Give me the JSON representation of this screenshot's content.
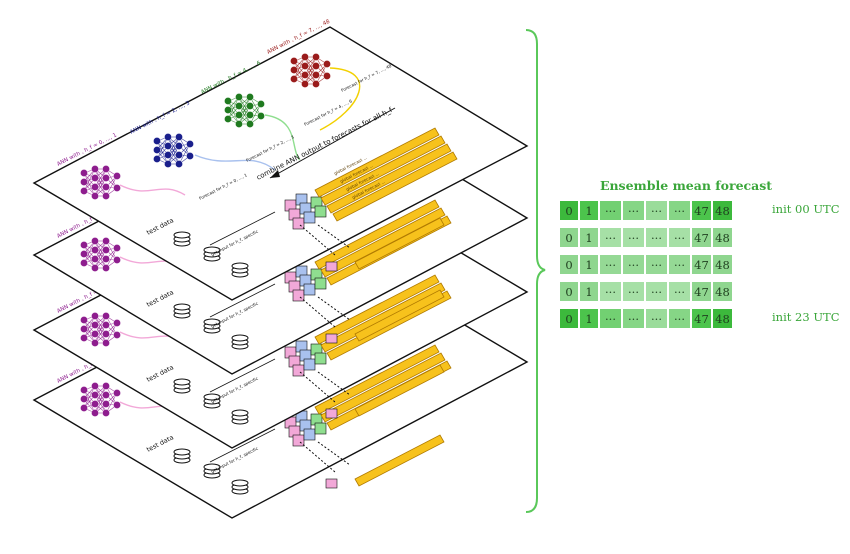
{
  "layers": [
    {
      "networks": [
        {
          "label": "ANN with , h_f = 0, ..., 1",
          "color": "#8e1d8e"
        },
        {
          "label": "ANN with , h_f = 2, ..., 3",
          "color": "#1a1f8c"
        },
        {
          "label": "ANN with , h_f = 4, ..., 6",
          "color": "#1f7a1f"
        },
        {
          "label": "ANN with , h_f = 7, ..., 48",
          "color": "#9a1b1b"
        }
      ],
      "test_data_label": "test data",
      "input_label": "get input for h_f, specific",
      "combine_label": "combine ANN output to forecasts for all h_f",
      "forecast_labels": [
        "Forecast for h_f = 0, ..., 1",
        "Forecast for h_f = 2, ..., 3",
        "Forecast for h_f = 4, ..., 6",
        "Forecast for h_f = 7, ..., 48"
      ],
      "bar_labels": [
        "global forecast ...",
        "global forecast ...",
        "global forecast ...",
        "global forecast ..."
      ]
    },
    {
      "networks": [
        {
          "label": "ANN with , h_f = 0, ..., 1",
          "color": "#8e1d8e"
        }
      ],
      "test_data_label": "test data",
      "input_label": "get input for h_f, specific"
    },
    {
      "networks": [
        {
          "label": "ANN with , h_f = 0, ..., 1",
          "color": "#8e1d8e"
        }
      ],
      "test_data_label": "test data",
      "input_label": "get input for h_f, specific"
    },
    {
      "networks": [
        {
          "label": "ANN with , h_f = 0, ..., 1",
          "color": "#8e1d8e"
        }
      ],
      "test_data_label": "test data",
      "input_label": "get input for h_f, specific"
    }
  ],
  "ensemble": {
    "title": "Ensemble mean forecast",
    "rows": [
      {
        "cells": [
          "0",
          "1",
          "···",
          "···",
          "···",
          "···",
          "47",
          "48"
        ],
        "label": "init 00 UTC",
        "shade": "#45c245"
      },
      {
        "cells": [
          "0",
          "1",
          "···",
          "···",
          "···",
          "···",
          "47",
          "48"
        ],
        "label": "",
        "shade": "#a6e0a6"
      },
      {
        "cells": [
          "0",
          "1",
          "···",
          "···",
          "···",
          "···",
          "47",
          "48"
        ],
        "label": "",
        "shade": "#95d995"
      },
      {
        "cells": [
          "0",
          "1",
          "···",
          "···",
          "···",
          "···",
          "47",
          "48"
        ],
        "label": "",
        "shade": "#a6e0a6"
      },
      {
        "cells": [
          "0",
          "1",
          "···",
          "···",
          "···",
          "···",
          "47",
          "48"
        ],
        "label": "init 23 UTC",
        "shade": "#45c245"
      }
    ]
  },
  "colors": {
    "brace": "#5ac85a",
    "bar_fill": "#f7c21c",
    "bar_stroke": "#b07a00",
    "square_pink": "#f2a8d8",
    "square_blue": "#a9c1ee",
    "square_green": "#8fde8f"
  }
}
